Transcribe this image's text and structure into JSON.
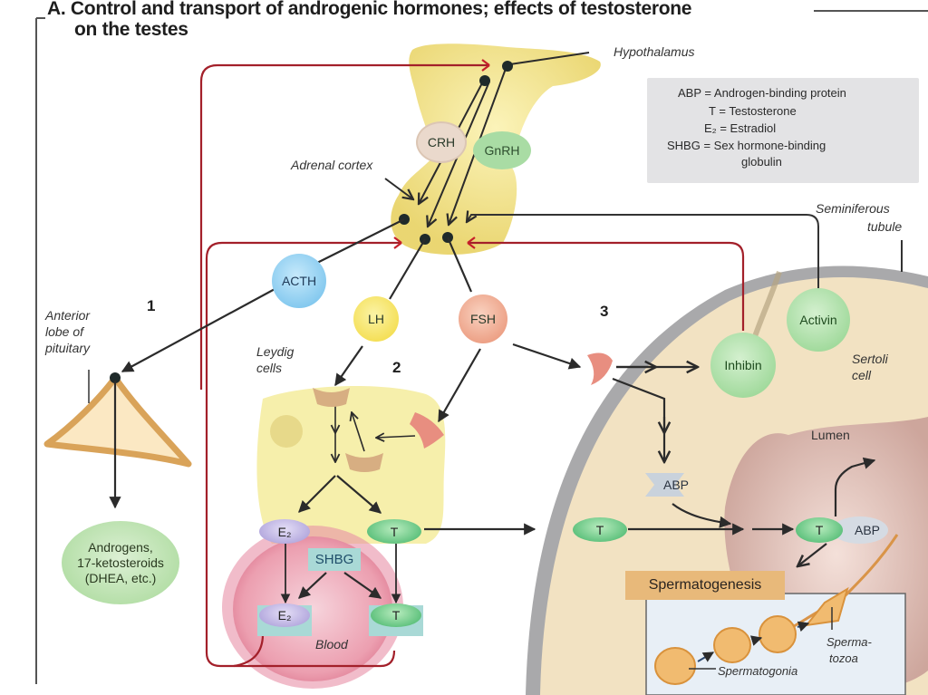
{
  "figure": {
    "title_line1": "A. Control and transport of androgenic hormones; effects of testosterone",
    "title_line2": "on the testes"
  },
  "legend": {
    "entries": [
      {
        "abbr": "ABP",
        "text": "= Androgen-binding protein"
      },
      {
        "abbr": "T",
        "text": "= Testosterone"
      },
      {
        "abbr": "E₂",
        "text": "= Estradiol"
      },
      {
        "abbr": "SHBG",
        "text": "= Sex hormone-binding"
      },
      {
        "abbr": "",
        "text": "globulin"
      }
    ]
  },
  "labels": {
    "hypothalamus": "Hypothalamus",
    "adrenal_cortex": "Adrenal cortex",
    "anterior_pituitary_1": "Anterior",
    "anterior_pituitary_2": "lobe of",
    "anterior_pituitary_3": "pituitary",
    "leydig_1": "Leydig",
    "leydig_2": "cells",
    "seminiferous_1": "Seminiferous",
    "seminiferous_2": "tubule",
    "sertoli_1": "Sertoli",
    "sertoli_2": "cell",
    "lumen": "Lumen",
    "blood": "Blood",
    "spermatogonia": "Spermatogonia",
    "spermatozoa_1": "Sperma-",
    "spermatozoa_2": "tozoa"
  },
  "step_numbers": [
    "1",
    "2",
    "3"
  ],
  "hormones": {
    "crh": "CRH",
    "gnrh": "GnRH",
    "acth": "ACTH",
    "lh": "LH",
    "fsh": "FSH",
    "inhibin": "Inhibin",
    "activin": "Activin",
    "e2": "E₂",
    "t": "T",
    "shbg": "SHBG",
    "abp": "ABP",
    "androgens_1": "Androgens,",
    "androgens_2": "17-ketosteroids",
    "androgens_3": "(DHEA, etc.)"
  },
  "process": {
    "spermatogenesis": "Spermatogenesis"
  },
  "colors": {
    "feedback_red": "#a3202a",
    "arrow_dark": "#2b2b2b",
    "gland_yellow": "#f3e58c",
    "tubule_cream": "#f2e2c2",
    "legend_bg": "#e3e3e5",
    "acth_blue": "#7ec8ee",
    "lh_yellow": "#f6e45a",
    "fsh_salmon": "#eea58a",
    "green_hormone": "#9fdc9a",
    "e2_purple": "#b9aee0",
    "shbg_teal": "#9fd4d0",
    "blood_pink": "#eba6b8"
  }
}
